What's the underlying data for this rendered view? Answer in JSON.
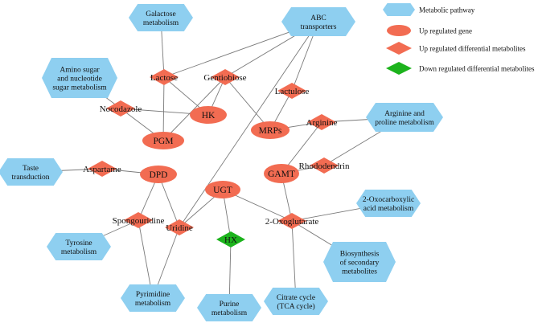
{
  "colors": {
    "pathway": "#8ECFF0",
    "gene": "#F26C52",
    "up_metabolite": "#F26C52",
    "down_metabolite": "#1DB31D",
    "edge": "#7a7a7a",
    "text": "#111111"
  },
  "legend": {
    "items": [
      {
        "kind": "pathway",
        "label": "Metabolic pathway"
      },
      {
        "kind": "gene",
        "label": "Up regulated gene"
      },
      {
        "kind": "up_metabolite",
        "label": "Up regulated differential metabolites"
      },
      {
        "kind": "down_metabolite",
        "label": "Down regulated differential metabolites"
      }
    ]
  },
  "nodes": [
    {
      "id": "galactose",
      "kind": "pathway",
      "lines": [
        "Galactose",
        "metabolism"
      ]
    },
    {
      "id": "abc",
      "kind": "pathway",
      "lines": [
        "ABC",
        "transporters"
      ]
    },
    {
      "id": "aminosugar",
      "kind": "pathway",
      "lines": [
        "Amino sugar",
        "and nucleotide",
        "sugar metabolism"
      ]
    },
    {
      "id": "arginine_pw",
      "kind": "pathway",
      "lines": [
        "Arginine and",
        "proline metabolism"
      ]
    },
    {
      "id": "taste",
      "kind": "pathway",
      "lines": [
        "Taste",
        "transduction"
      ]
    },
    {
      "id": "oxo_pw",
      "kind": "pathway",
      "lines": [
        "2-Oxocarboxylic",
        "acid metabolism"
      ]
    },
    {
      "id": "tyrosine",
      "kind": "pathway",
      "lines": [
        "Tyrosine",
        "metabolism"
      ]
    },
    {
      "id": "biosynth",
      "kind": "pathway",
      "lines": [
        "Biosynthesis",
        "of secondary",
        "metabolites"
      ]
    },
    {
      "id": "pyrimidine",
      "kind": "pathway",
      "lines": [
        "Pyrimidine",
        "metabolism"
      ]
    },
    {
      "id": "purine",
      "kind": "pathway",
      "lines": [
        "Purine",
        "metabolism"
      ]
    },
    {
      "id": "citrate",
      "kind": "pathway",
      "lines": [
        "Citrate cycle",
        "(TCA cycle)"
      ]
    },
    {
      "id": "lactose",
      "kind": "up_metabolite",
      "lines": [
        "Lactose"
      ]
    },
    {
      "id": "gentiobiose",
      "kind": "up_metabolite",
      "lines": [
        "Gentiobiose"
      ]
    },
    {
      "id": "lactulose",
      "kind": "up_metabolite",
      "lines": [
        "Lactulose"
      ]
    },
    {
      "id": "nocodazole",
      "kind": "up_metabolite",
      "lines": [
        "Nocodazole"
      ]
    },
    {
      "id": "arginine",
      "kind": "up_metabolite",
      "lines": [
        "Arginine"
      ]
    },
    {
      "id": "aspartame",
      "kind": "up_metabolite",
      "lines": [
        "Aspartame"
      ]
    },
    {
      "id": "rhododendrin",
      "kind": "up_metabolite",
      "lines": [
        "Rhododendrin"
      ]
    },
    {
      "id": "spongouridine",
      "kind": "up_metabolite",
      "lines": [
        "Spongouridine"
      ]
    },
    {
      "id": "uridine",
      "kind": "up_metabolite",
      "lines": [
        "Uridine"
      ]
    },
    {
      "id": "oxoglutarate",
      "kind": "up_metabolite",
      "lines": [
        "2-Oxoglutarate"
      ]
    },
    {
      "id": "hx",
      "kind": "down_metabolite",
      "lines": [
        "HX"
      ]
    },
    {
      "id": "hk",
      "kind": "gene",
      "lines": [
        "HK"
      ]
    },
    {
      "id": "pgm",
      "kind": "gene",
      "lines": [
        "PGM"
      ]
    },
    {
      "id": "mrps",
      "kind": "gene",
      "lines": [
        "MRPs"
      ]
    },
    {
      "id": "dpd",
      "kind": "gene",
      "lines": [
        "DPD"
      ]
    },
    {
      "id": "gamt",
      "kind": "gene",
      "lines": [
        "GAMT"
      ]
    },
    {
      "id": "ugt",
      "kind": "gene",
      "lines": [
        "UGT"
      ]
    }
  ],
  "edges": [
    [
      "galactose",
      "lactose"
    ],
    [
      "abc",
      "lactose"
    ],
    [
      "abc",
      "gentiobiose"
    ],
    [
      "abc",
      "lactulose"
    ],
    [
      "abc",
      "uridine"
    ],
    [
      "lactose",
      "hk"
    ],
    [
      "lactose",
      "pgm"
    ],
    [
      "gentiobiose",
      "hk"
    ],
    [
      "gentiobiose",
      "pgm"
    ],
    [
      "gentiobiose",
      "mrps"
    ],
    [
      "lactulose",
      "mrps"
    ],
    [
      "aminosugar",
      "nocodazole"
    ],
    [
      "nocodazole",
      "hk"
    ],
    [
      "nocodazole",
      "pgm"
    ],
    [
      "mrps",
      "arginine"
    ],
    [
      "arginine",
      "arginine_pw"
    ],
    [
      "arginine",
      "gamt"
    ],
    [
      "rhododendrin",
      "arginine_pw"
    ],
    [
      "rhododendrin",
      "gamt"
    ],
    [
      "taste",
      "aspartame"
    ],
    [
      "aspartame",
      "dpd"
    ],
    [
      "dpd",
      "spongouridine"
    ],
    [
      "dpd",
      "uridine"
    ],
    [
      "gamt",
      "oxoglutarate"
    ],
    [
      "ugt",
      "uridine"
    ],
    [
      "ugt",
      "hx"
    ],
    [
      "ugt",
      "oxoglutarate"
    ],
    [
      "spongouridine",
      "tyrosine"
    ],
    [
      "spongouridine",
      "pyrimidine"
    ],
    [
      "uridine",
      "pyrimidine"
    ],
    [
      "hx",
      "purine"
    ],
    [
      "oxoglutarate",
      "oxo_pw"
    ],
    [
      "oxoglutarate",
      "biosynth"
    ],
    [
      "oxoglutarate",
      "citrate"
    ]
  ]
}
